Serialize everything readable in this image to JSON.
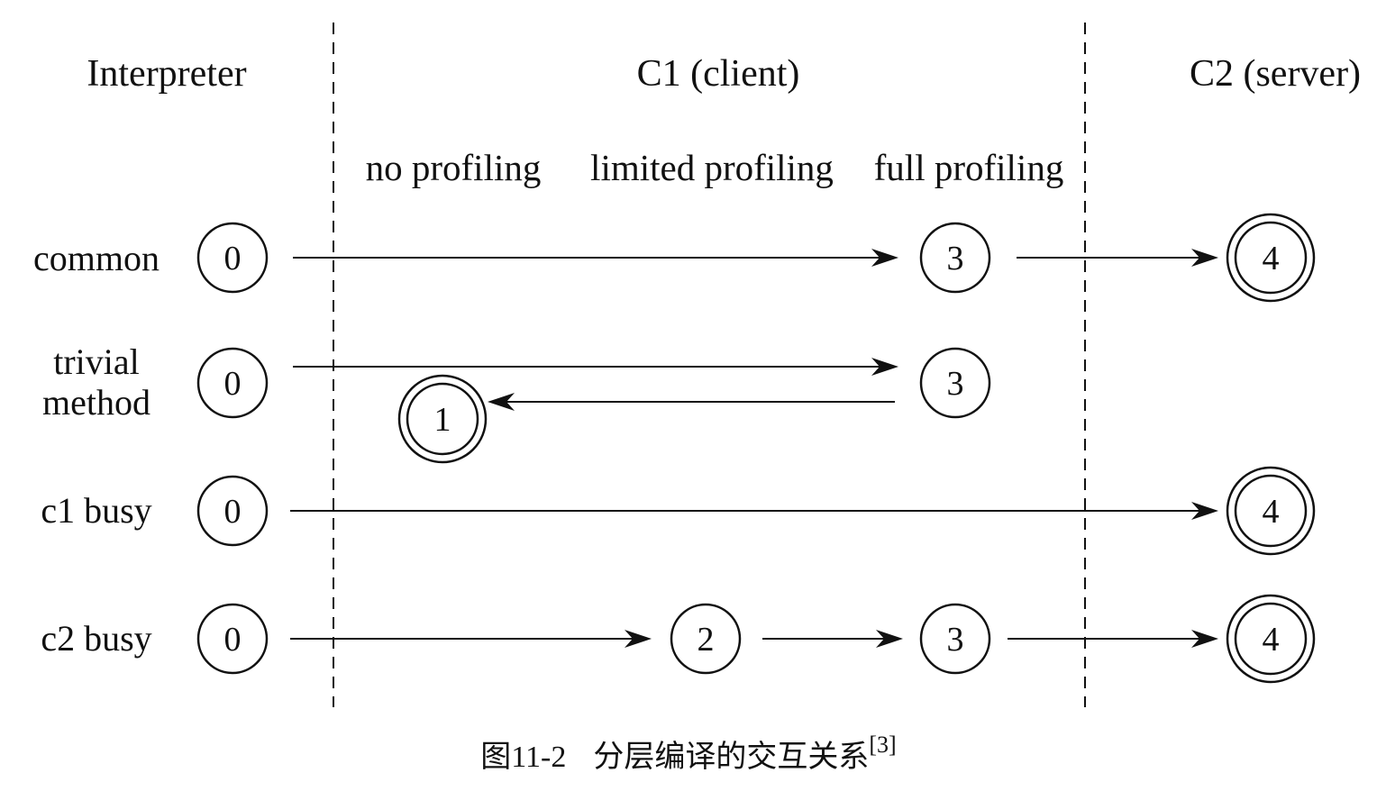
{
  "headers": {
    "interpreter": "Interpreter",
    "c1": "C1 (client)",
    "c2": "C2 (server)"
  },
  "subheaders": {
    "no_profiling": "no profiling",
    "limited_profiling": "limited profiling",
    "full_profiling": "full profiling"
  },
  "rows": {
    "common": "common",
    "trivial_line1": "trivial",
    "trivial_line2": "method",
    "c1_busy": "c1 busy",
    "c2_busy": "c2 busy"
  },
  "nodes": {
    "n0": "0",
    "n1": "1",
    "n2": "2",
    "n3": "3",
    "n4": "4"
  },
  "caption": {
    "figure": "图11-2",
    "text": "分层编译的交互关系",
    "ref": "[3]"
  }
}
